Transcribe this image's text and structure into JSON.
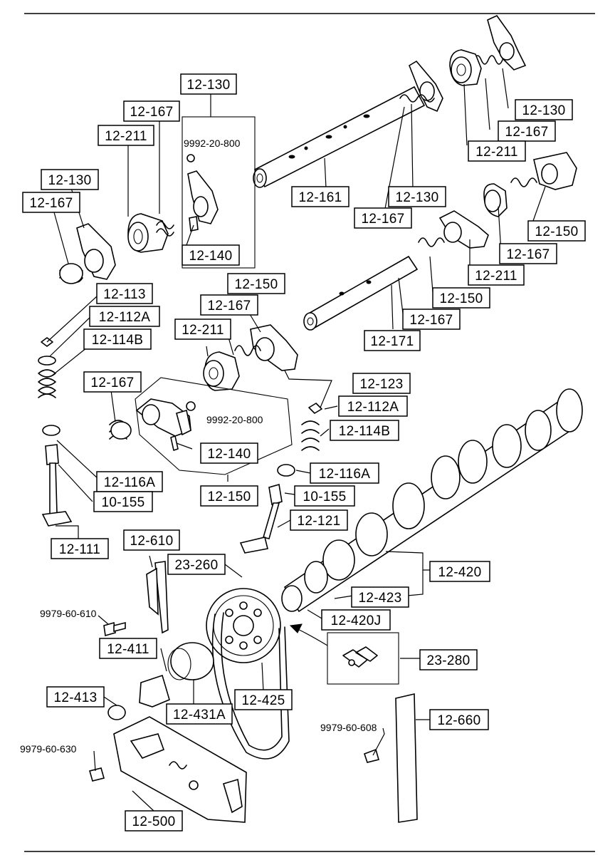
{
  "labels": {
    "l01": "12-130",
    "l02": "12-167",
    "l03": "12-211",
    "l04": "12-130",
    "l05": "12-167",
    "l06": "12-140",
    "l07": "12-161",
    "l08": "12-130",
    "l09": "12-167",
    "l10": "12-130",
    "l11": "12-167",
    "l12": "12-211",
    "l13": "12-150",
    "l14": "12-167",
    "l15": "12-211",
    "l16": "12-150",
    "l17": "12-167",
    "l18": "12-171",
    "l19": "12-150",
    "l20": "12-167",
    "l21": "12-211",
    "l22": "12-113",
    "l23": "12-112A",
    "l24": "12-114B",
    "l25": "12-167",
    "l26": "12-140",
    "l27": "12-150",
    "l28": "12-123",
    "l29": "12-112A",
    "l30": "12-114B",
    "l31": "12-116A",
    "l32": "10-155",
    "l33": "12-111",
    "l34": "12-116A",
    "l35": "10-155",
    "l36": "12-121",
    "l37": "12-610",
    "l38": "23-260",
    "l39": "12-420",
    "l40": "12-423",
    "l41": "12-420J",
    "l42": "12-411",
    "l43": "23-280",
    "l44": "12-425",
    "l45": "12-413",
    "l46": "12-431A",
    "l47": "12-660",
    "l48": "12-500"
  },
  "codes": {
    "c01": "9992-20-800",
    "c02": "9992-20-800",
    "c03": "9979-60-610",
    "c04": "9979-60-608",
    "c05": "9979-60-630"
  }
}
